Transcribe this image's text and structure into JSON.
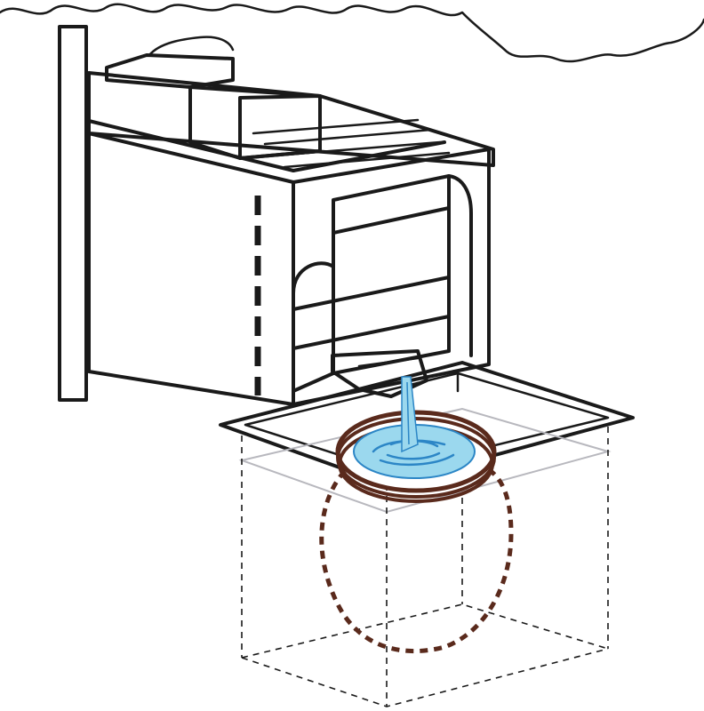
{
  "colors": {
    "line": "#1a1a1a",
    "pot": "#5a2a1c",
    "water": "#9bd8ee",
    "water_dark": "#2c86c6",
    "background": "#ffffff"
  },
  "elements": [
    "cloud",
    "support-post",
    "stacked-bricks",
    "refrigeration-cabinet",
    "drip-spout",
    "water-stream",
    "floor-tray",
    "clay-pot",
    "buried-pot-outline",
    "ground-box"
  ]
}
